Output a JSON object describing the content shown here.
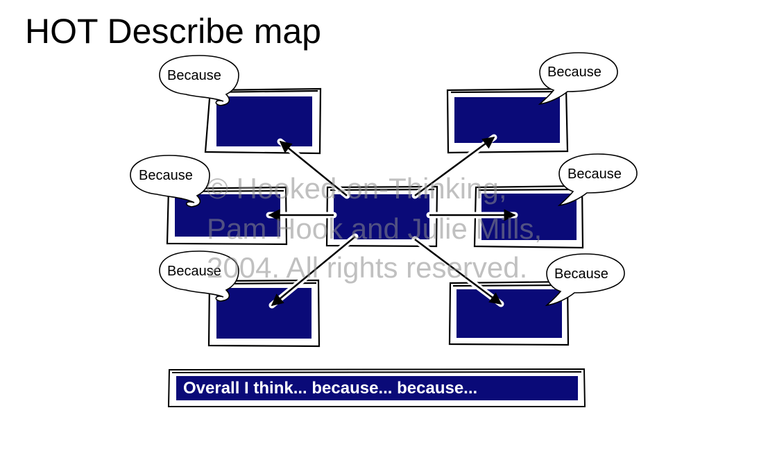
{
  "title": "HOT Describe map",
  "watermark": {
    "line1": "© Hooked-on-Thinking,",
    "line2": "Pam Hook and Julie Mills,",
    "line3": "2004.  All rights reserved."
  },
  "bubbles": [
    "Because",
    "Because",
    "Because",
    "Because",
    "Because",
    "Because"
  ],
  "summary": "Overall I think... because... because...",
  "colors": {
    "box_fill": "#0a0a78",
    "frame": "#000000",
    "background": "#ffffff",
    "watermark": "#8c8c8c"
  }
}
